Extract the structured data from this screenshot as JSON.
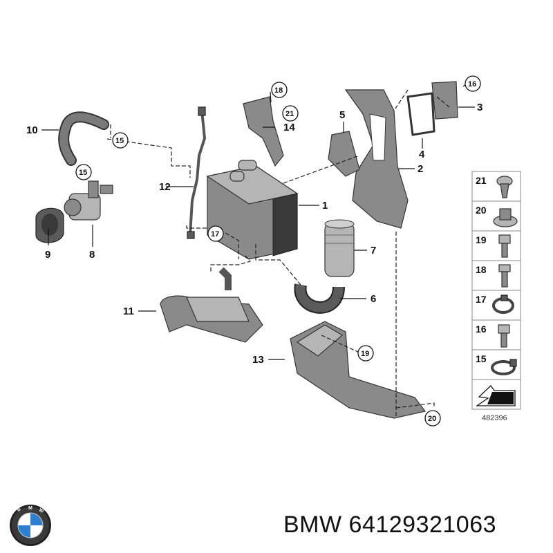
{
  "callouts": [
    "1",
    "2",
    "3",
    "4",
    "5",
    "6",
    "7",
    "8",
    "9",
    "10",
    "11",
    "12",
    "13",
    "14"
  ],
  "circled_refs": {
    "r15a": "15",
    "r15b": "15",
    "r16": "16",
    "r17": "17",
    "r18": "18",
    "r19": "19",
    "r20": "20",
    "r21": "21"
  },
  "legend": {
    "items": [
      "21",
      "20",
      "19",
      "18",
      "17",
      "16",
      "15"
    ],
    "reference_code": "482396"
  },
  "caption": "BMW 64129321063",
  "logo_letters": "BMW",
  "colors": {
    "part": "#8a8a8a",
    "part_dark": "#5a5a5a",
    "logo_blue": "#2d7fd0"
  }
}
